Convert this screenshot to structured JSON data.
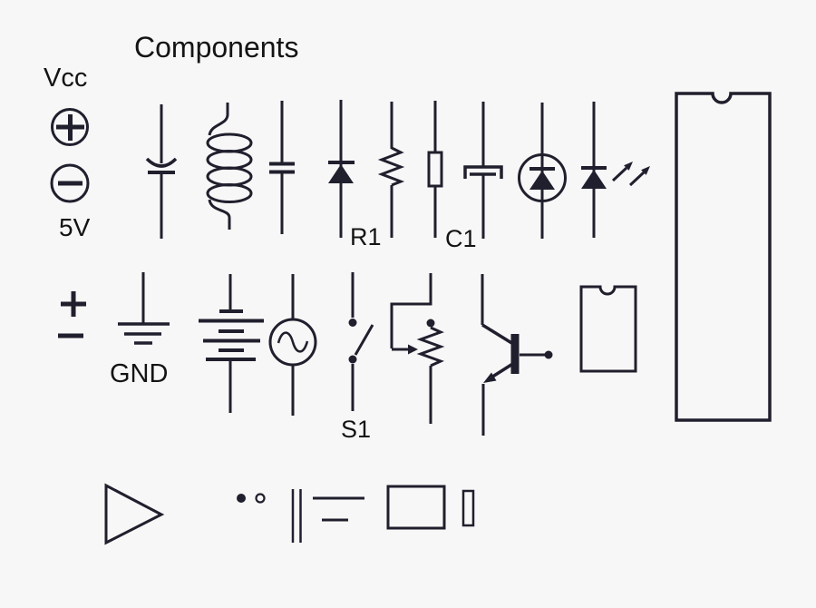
{
  "title": "Components",
  "labels": {
    "vcc": "Vcc",
    "voltage": "5V",
    "resistor_ref": "R1",
    "capacitor_ref": "C1",
    "ground": "GND",
    "switch_ref": "S1"
  },
  "colors": {
    "background": "#f7f7f7",
    "stroke": "#201f2d",
    "text": "#141414"
  },
  "symbols": [
    "positive-terminal",
    "negative-terminal",
    "polarized-capacitor",
    "inductor-coil",
    "capacitor",
    "diode",
    "resistor-zigzag",
    "resistor-box",
    "polarized-capacitor-alt",
    "led-circled",
    "led-emitting",
    "ic-dip-large",
    "plus-sign",
    "minus-sign",
    "ground-symbol",
    "battery",
    "ac-source",
    "switch-spst",
    "potentiometer",
    "npn-transistor",
    "ic-dip-small",
    "opamp-triangle",
    "test-point-filled",
    "test-point-open",
    "capacitor-plates",
    "polarity-long-line",
    "polarity-short-line",
    "box-component",
    "small-box-component"
  ]
}
